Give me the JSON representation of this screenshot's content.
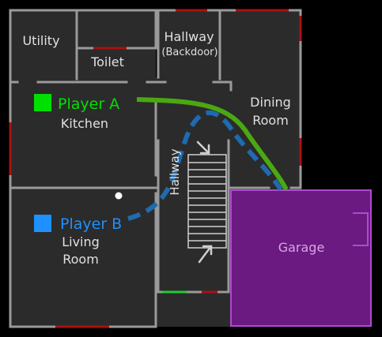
{
  "rooms": {
    "utility": "Utility",
    "toilet": "Toilet",
    "hallway_top": "Hallway",
    "hallway_top_sub": "(Backdoor)",
    "dining_line1": "Dining",
    "dining_line2": "Room",
    "kitchen": "Kitchen",
    "hallway_mid": "Hallway",
    "living_line1": "Living",
    "living_line2": "Room",
    "garage": "Garage"
  },
  "players": {
    "a": {
      "label": "Player A",
      "color": "#00e000"
    },
    "b": {
      "label": "Player B",
      "color": "#1e90ff"
    }
  },
  "colors": {
    "floor": "#2b2b2b",
    "wall": "#9a9a9a",
    "window": "#aa1111",
    "garage_fill": "#6a1a80",
    "garage_border": "#b04ad0",
    "path_a": "#4aa812",
    "path_b": "#1f6bb0",
    "door_green": "#22cc33"
  }
}
